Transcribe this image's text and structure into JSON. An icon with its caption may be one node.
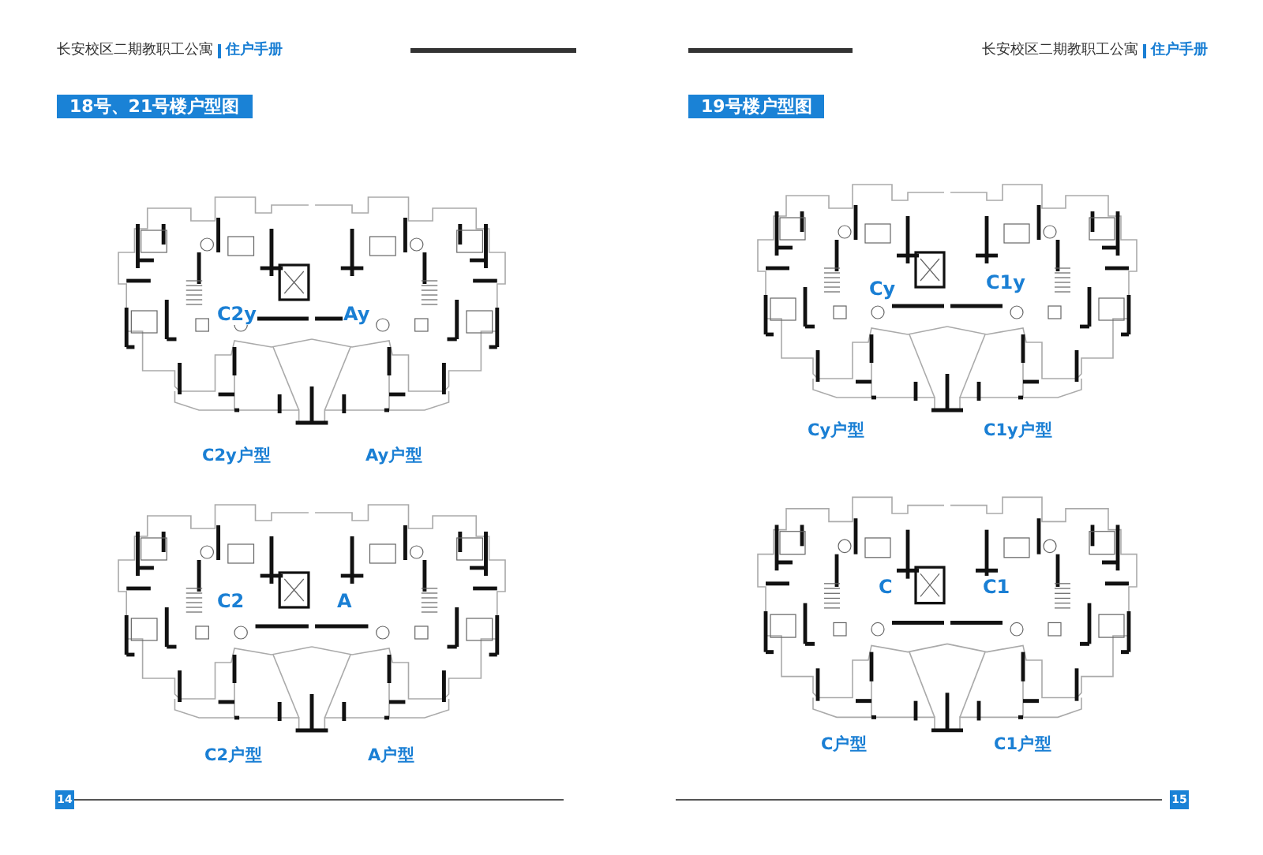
{
  "diagram": {
    "labels": [
      "长安校区二期教职工公寓",
      "住户手册",
      "长安校区二期教职工公寓",
      "住户手册",
      "18号、21号楼户型图",
      "19号楼户型图",
      "C2y",
      "Ay",
      "C2y户型",
      "Ay户型",
      "Cy",
      "C1y",
      "Cy户型",
      "C1y户型",
      "C2",
      "A",
      "C2户型",
      "A户型",
      "C",
      "C1",
      "C户型",
      "C1户型",
      "14",
      "15"
    ]
  }
}
